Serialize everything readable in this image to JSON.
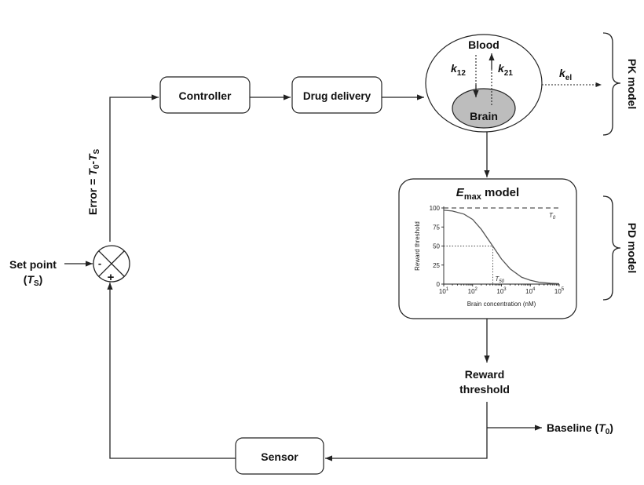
{
  "blocks": {
    "controller": "Controller",
    "drug_delivery": "Drug delivery",
    "sensor": "Sensor"
  },
  "pk": {
    "blood": "Blood",
    "brain": "Brain",
    "k12_main": "k",
    "k12_sub": "12",
    "k21_main": "k",
    "k21_sub": "21",
    "kel_main": "k",
    "kel_sub": "el",
    "bracket_label": "PK model"
  },
  "pd": {
    "title_main": "E",
    "title_sub": "max",
    "title_rest": " model",
    "bracket_label": "PD model"
  },
  "error_label": {
    "prefix": "Error = ",
    "t0": "T",
    "t0_sub": "0",
    "minus": "-",
    "ts": "T",
    "ts_sub": "S"
  },
  "set_point": {
    "line1": "Set point",
    "line2_open": "(",
    "t": "T",
    "t_sub": "S",
    "line2_close": ")"
  },
  "summing_junction": {
    "minus": "-",
    "plus": "+"
  },
  "reward_threshold": {
    "line1": "Reward",
    "line2": "threshold"
  },
  "baseline": {
    "text": "Baseline (",
    "t": "T",
    "t_sub": "0",
    "close": ")"
  },
  "chart_data": {
    "type": "line",
    "title": "",
    "xlabel": "Brain concentration (nM)",
    "ylabel": "Reward threshold",
    "xscale": "log",
    "xlim": [
      10,
      100000
    ],
    "ylim": [
      0,
      100
    ],
    "x_ticks": [
      {
        "value": 10,
        "base": "10",
        "exp": "1"
      },
      {
        "value": 100,
        "base": "10",
        "exp": "2"
      },
      {
        "value": 1000,
        "base": "10",
        "exp": "3"
      },
      {
        "value": 10000,
        "base": "10",
        "exp": "4"
      },
      {
        "value": 100000,
        "base": "10",
        "exp": "5"
      }
    ],
    "y_ticks": [
      "0",
      "25",
      "50",
      "75",
      "100"
    ],
    "series": [
      {
        "style": "solid",
        "x": [
          10,
          20,
          50,
          100,
          200,
          500,
          1000,
          2000,
          5000,
          10000,
          20000,
          50000,
          100000
        ],
        "y": [
          97,
          96,
          92,
          85,
          72,
          50,
          33,
          20,
          9,
          5,
          2.5,
          1,
          0.5
        ]
      },
      {
        "style": "dashed",
        "x": [
          10,
          100000
        ],
        "y": [
          100,
          100
        ]
      }
    ],
    "annotations": {
      "t0": {
        "main": "T",
        "sub": "0",
        "y": 100
      },
      "t50": {
        "main": "T",
        "sub": "50",
        "x": 500,
        "y": 50
      }
    },
    "grid": false
  }
}
